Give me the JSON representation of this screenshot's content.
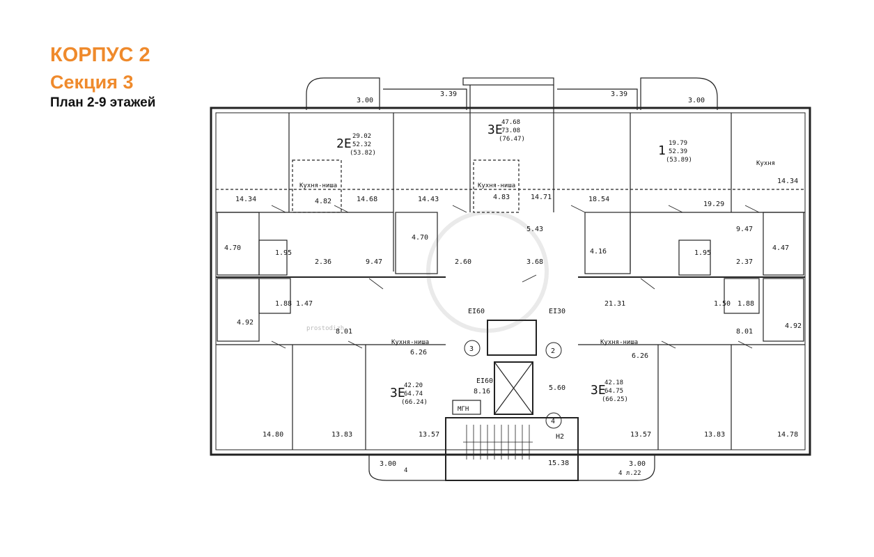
{
  "header": {
    "building": "КОРПУС 2",
    "section": "Секция 3",
    "plan": "План 2-9 этажей",
    "accent_color": "#ef8a2c"
  },
  "plan": {
    "apartments": [
      {
        "id": "apt-2e",
        "type": "2E",
        "living": "29.02",
        "total": "52.32",
        "with_balcony": "(53.82)"
      },
      {
        "id": "apt-3e-top",
        "type": "3E",
        "living": "47.68",
        "total": "73.08",
        "with_balcony": "(76.47)"
      },
      {
        "id": "apt-1",
        "type": "1",
        "living": "19.79",
        "total": "52.39",
        "with_balcony": "(53.89)"
      },
      {
        "id": "apt-3e-bl",
        "type": "3E",
        "living": "42.20",
        "total": "64.74",
        "with_balcony": "(66.24)"
      },
      {
        "id": "apt-3e-br",
        "type": "3E",
        "living": "42.18",
        "total": "64.75",
        "with_balcony": "(66.25)"
      }
    ],
    "room_labels": {
      "kitchen_niche": "Кухня-ниша",
      "kitchen": "Кухня",
      "elevator_lobby_1": "EI60",
      "elevator_lobby_2": "EI30",
      "stair_door": "EI60",
      "mgn": "МГН",
      "h2": "Н2",
      "mark_4": "4",
      "mark_4a": "4 л.22"
    },
    "areas": {
      "a_3_00_tl": "3.00",
      "a_3_39_l": "3.39",
      "a_3_39_r": "3.39",
      "a_3_00_tr": "3.00",
      "a_14_34_l": "14.34",
      "a_4_82": "4.82",
      "a_14_68": "14.68",
      "a_14_43": "14.43",
      "a_4_83": "4.83",
      "a_14_71": "14.71",
      "a_18_54": "18.54",
      "a_19_29": "19.29",
      "a_14_34_r": "14.34",
      "a_4_70_l": "4.70",
      "a_1_95_l": "1.95",
      "a_2_36": "2.36",
      "a_9_47_l": "9.47",
      "a_4_70_c": "4.70",
      "a_2_60": "2.60",
      "a_5_43": "5.43",
      "a_3_68": "3.68",
      "a_4_16": "4.16",
      "a_1_95_r": "1.95",
      "a_2_37": "2.37",
      "a_9_47_r": "9.47",
      "a_4_47": "4.47",
      "a_1_88_l": "1.88",
      "a_1_47": "1.47",
      "a_4_92_l": "4.92",
      "a_8_01_l": "8.01",
      "a_21_31": "21.31",
      "a_1_50": "1.50",
      "a_1_88_r": "1.88",
      "a_8_01_r": "8.01",
      "a_4_92_r": "4.92",
      "a_6_26_l": "6.26",
      "a_6_26_r": "6.26",
      "a_8_16": "8.16",
      "a_5_60": "5.60",
      "a_14_80": "14.80",
      "a_13_83_l": "13.83",
      "a_13_57_l": "13.57",
      "a_15_38": "15.38",
      "a_13_57_r": "13.57",
      "a_13_83_r": "13.83",
      "a_14_78": "14.78",
      "a_3_00_bl": "3.00",
      "a_3_00_br": "3.00"
    },
    "markers": [
      "3",
      "2",
      "4"
    ],
    "watermark": "prostodizh"
  }
}
